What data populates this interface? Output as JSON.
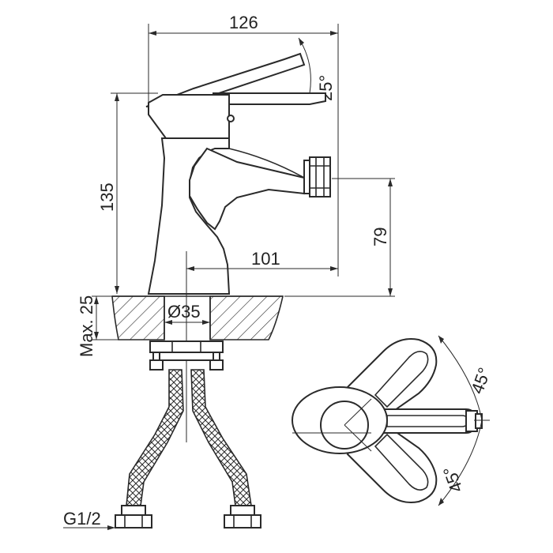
{
  "drawing": {
    "dim_width": "126",
    "dim_height": "135",
    "dim_spout_reach": "101",
    "dim_spout_height": "79",
    "dim_lever_angle": "25°",
    "dim_max_thickness": "Max. 25",
    "dim_hole_diameter": "Ø35",
    "dim_thread": "G1/2",
    "dim_angle_top": "45°",
    "dim_angle_bottom": "45°"
  }
}
